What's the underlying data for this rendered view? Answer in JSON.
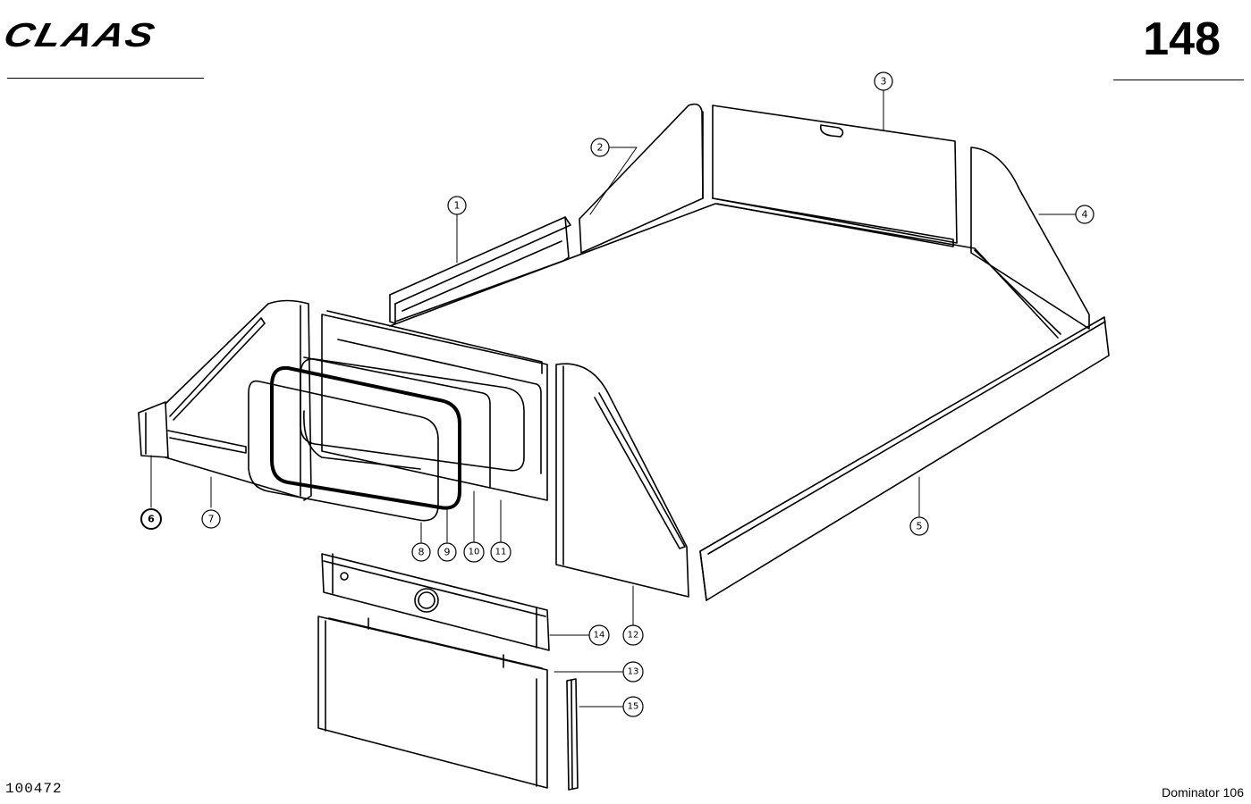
{
  "header": {
    "brand": "CLAAS",
    "page_number": "148"
  },
  "footer": {
    "doc_number": "100472",
    "model": "Dominator 106"
  },
  "callouts": [
    "1",
    "2",
    "3",
    "4",
    "5",
    "6",
    "7",
    "8",
    "9",
    "10",
    "11",
    "12",
    "13",
    "14",
    "15"
  ]
}
